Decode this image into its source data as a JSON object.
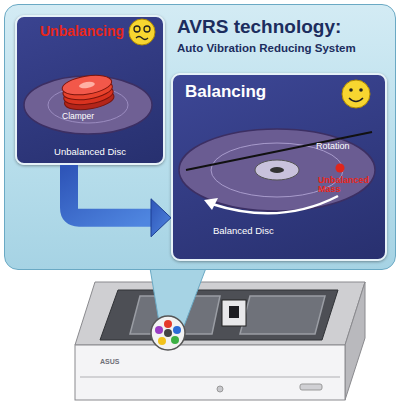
{
  "diagram": {
    "nodes": [
      {
        "text": [
          "AVRS technology:",
          "Auto Vibration Reducing System"
        ]
      },
      {
        "text": [
          "Unbalancing",
          "Unbalanced Disc"
        ],
        "in": 0
      },
      {
        "text": [
          "Balancing",
          "Balanced Disc"
        ],
        "in": 0
      }
    ],
    "edges": [
      {
        "from": 1,
        "to": 2,
        "arrow": "to"
      }
    ],
    "labels": [
      "Clamper",
      "Rotation",
      "Unbalanced Mass",
      "ASUS"
    ]
  }
}
